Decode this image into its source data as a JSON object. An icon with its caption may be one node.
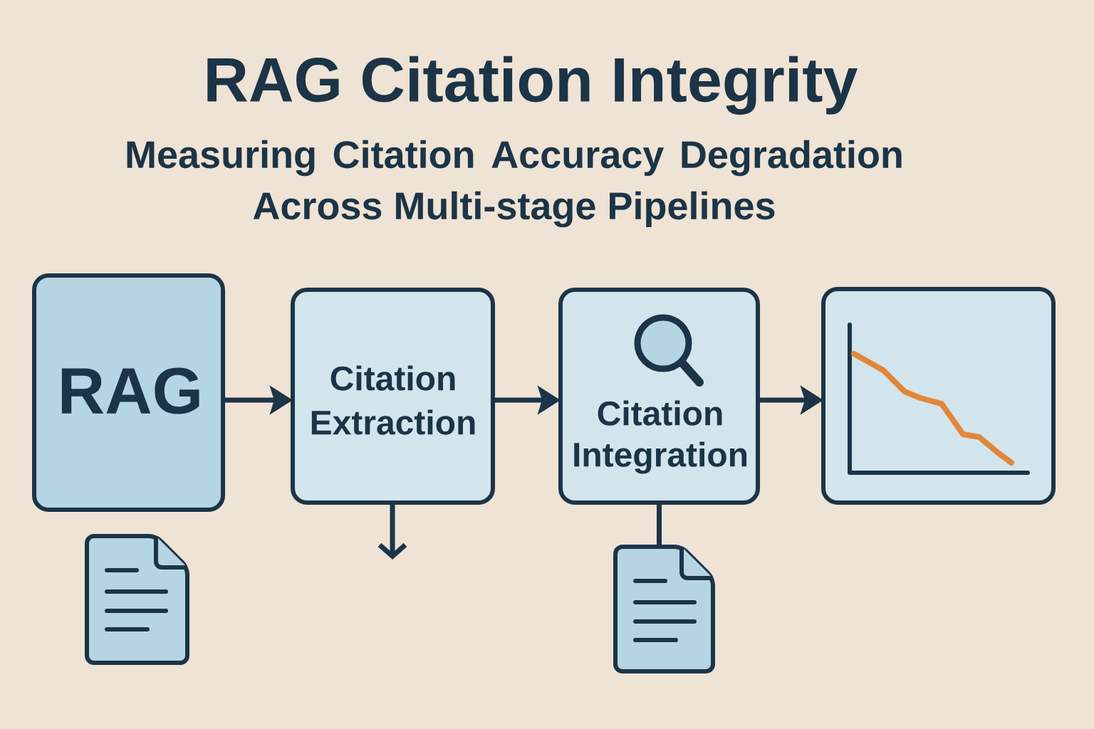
{
  "diagram": {
    "title": "RAG Citation Integrity",
    "nodes": [
      {
        "text": [
          "RAG"
        ]
      },
      {
        "text": [
          "Citation Extraction"
        ]
      },
      {
        "text": [
          "Citation Integration"
        ]
      },
      {
        "text": [],
        "shape": "box"
      },
      {
        "text": [],
        "shape": "document"
      },
      {
        "text": [],
        "shape": "document"
      }
    ],
    "edges": [
      {
        "from": 0,
        "to": 1,
        "arrow": "to"
      },
      {
        "from": 1,
        "to": 2,
        "arrow": "to"
      },
      {
        "from": 2,
        "to": 3,
        "arrow": "to"
      },
      {
        "from": 1,
        "to": null,
        "arrow": "to"
      },
      {
        "from": 2,
        "to": 5,
        "arrow": "none"
      }
    ],
    "labels": [
      "Measuring Citation Accuracy Degradation Across Multi-stage Pipelines"
    ]
  }
}
